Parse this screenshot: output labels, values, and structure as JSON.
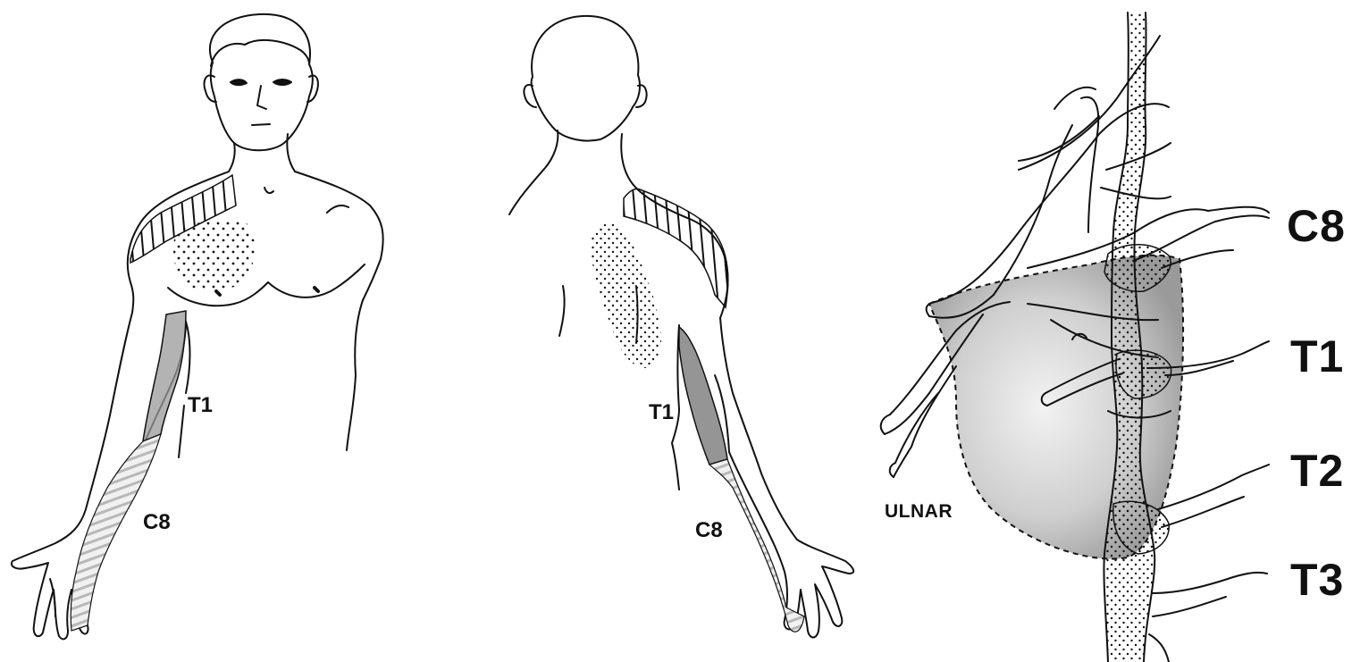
{
  "labels": {
    "front_t1": "T1",
    "front_c8": "C8",
    "back_t1": "T1",
    "back_c8": "C8",
    "ulnar": "ULNAR",
    "c8": "C8",
    "t1": "T1",
    "t2": "T2",
    "t3": "T3"
  },
  "colors": {
    "ink": "#111111",
    "shade_dark": "#8a8a8a",
    "shade_light": "#c8c8c8",
    "tumor_shade": "#b3b3b3"
  }
}
